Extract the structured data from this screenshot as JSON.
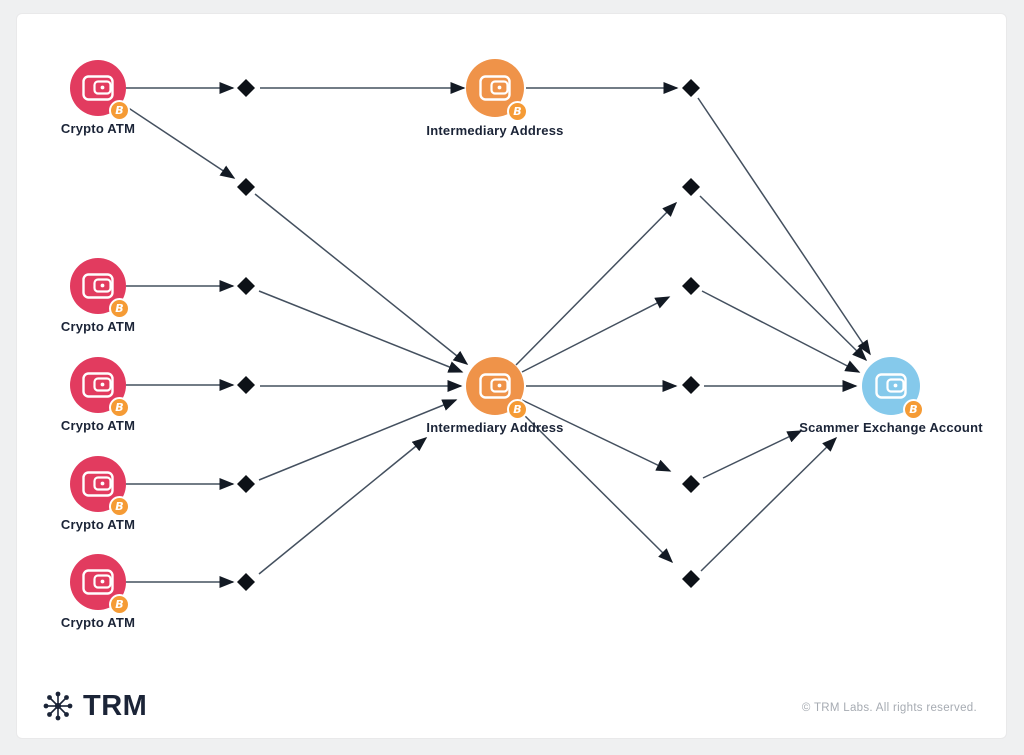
{
  "diagram": {
    "labels": {
      "crypto_atm": "Crypto ATM",
      "intermediary_address": "Intermediary Address",
      "scammer_exchange_account": "Scammer Exchange Account"
    },
    "badge_symbol": "B",
    "colors": {
      "crypto_atm_node": "#e23b5f",
      "intermediary_node": "#ef9349",
      "exchange_node": "#85c9eb",
      "bitcoin_badge": "#f59b35",
      "flow_line": "#44505f",
      "diamond": "#0d1117",
      "label_text": "#1b2437"
    },
    "nodes": [
      {
        "id": "crypto-atm-1",
        "type": "wallet",
        "label": "Crypto ATM"
      },
      {
        "id": "crypto-atm-2",
        "type": "wallet",
        "label": "Crypto ATM"
      },
      {
        "id": "crypto-atm-3",
        "type": "wallet",
        "label": "Crypto ATM"
      },
      {
        "id": "crypto-atm-4",
        "type": "wallet",
        "label": "Crypto ATM"
      },
      {
        "id": "crypto-atm-5",
        "type": "wallet",
        "label": "Crypto ATM"
      },
      {
        "id": "intermediary-address-top",
        "type": "wallet",
        "label": "Intermediary Address"
      },
      {
        "id": "intermediary-address-center",
        "type": "wallet",
        "label": "Intermediary Address"
      },
      {
        "id": "scammer-exchange-account",
        "type": "wallet",
        "label": "Scammer Exchange Account"
      }
    ],
    "transaction_hops": 12,
    "flows": [
      "crypto-atm-1 → hop → intermediary-address-top",
      "intermediary-address-top → hop → scammer-exchange-account",
      "crypto-atm-1 → hop → intermediary-address-center",
      "crypto-atm-2 → hop → intermediary-address-center",
      "crypto-atm-3 → hop → intermediary-address-center",
      "crypto-atm-4 → hop → intermediary-address-center",
      "crypto-atm-5 → hop → intermediary-address-center",
      "intermediary-address-center → hop → scammer-exchange-account (x5)"
    ]
  },
  "footer": {
    "logo_text": "TRM",
    "copyright": "© TRM Labs. All rights reserved."
  }
}
